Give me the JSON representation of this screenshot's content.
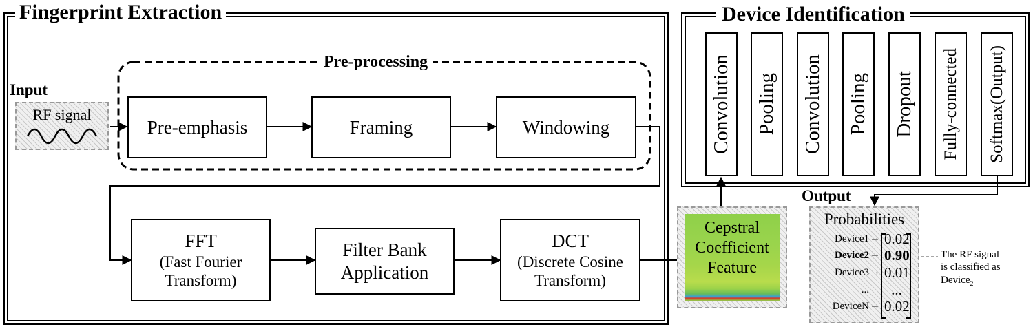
{
  "fingerprint_extraction": {
    "title": "Fingerprint Extraction",
    "input_label": "Input",
    "rf_signal": "RF signal",
    "preprocessing_label": "Pre-processing",
    "stages": {
      "pre_emphasis": "Pre-emphasis",
      "framing": "Framing",
      "windowing": "Windowing",
      "fft_line1": "FFT",
      "fft_line2": "(Fast Fourier",
      "fft_line3": "Transform)",
      "filter_line1": "Filter Bank",
      "filter_line2": "Application",
      "dct_line1": "DCT",
      "dct_line2": "(Discrete Cosine",
      "dct_line3": "Transform)"
    }
  },
  "feature": {
    "line1": "Cepstral",
    "line2": "Coefficient",
    "line3": "Feature"
  },
  "device_identification": {
    "title": "Device Identification",
    "layers": [
      "Convolution",
      "Pooling",
      "Convolution",
      "Pooling",
      "Dropout",
      "Fully-connected",
      "Softmax(Output)"
    ]
  },
  "output": {
    "label": "Output",
    "probabilities_title": "Probabilities",
    "rows": [
      {
        "device": "Device1",
        "value": "0.02",
        "bold": false
      },
      {
        "device": "Device2",
        "value": "0.90",
        "bold": true
      },
      {
        "device": "Device3",
        "value": "0.01",
        "bold": false
      },
      {
        "device": "...",
        "value": "...",
        "bold": false
      },
      {
        "device": "DeviceN",
        "value": "0.02",
        "bold": false
      }
    ],
    "note_line1": "The RF signal",
    "note_line2": "is classified as",
    "note_device": "Device",
    "note_subscript": "2"
  }
}
